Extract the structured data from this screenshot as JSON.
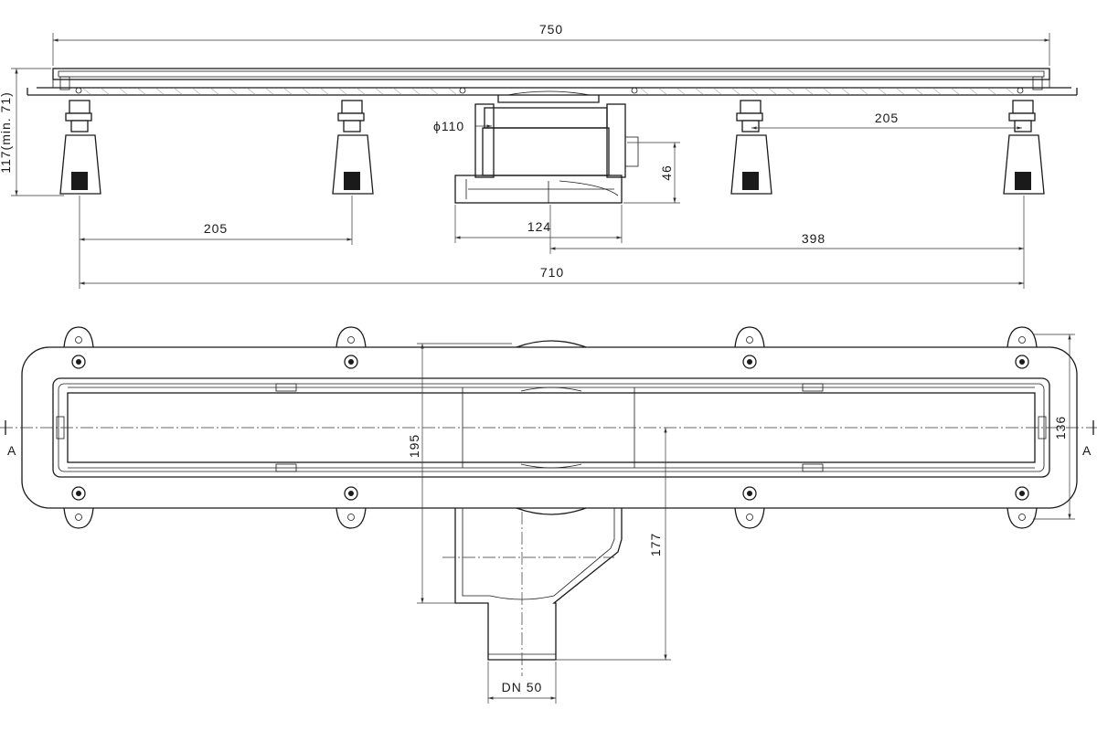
{
  "side_view": {
    "dim_overall_length": "750",
    "dim_height": "117(min. 71)",
    "dim_outlet_diameter": "ϕ110",
    "dim_outlet_height": "46",
    "dim_foot_spacing_right": "205",
    "dim_foot_spacing_left": "205",
    "dim_outlet_width": "124",
    "dim_outlet_offset": "398",
    "dim_foot_span": "710"
  },
  "plan_view": {
    "dim_total_width": "195",
    "dim_outlet_depth": "177",
    "dim_channel_width": "136",
    "dim_outlet_pipe": "DN 50",
    "section_marker_left": "A",
    "section_marker_right": "A"
  }
}
